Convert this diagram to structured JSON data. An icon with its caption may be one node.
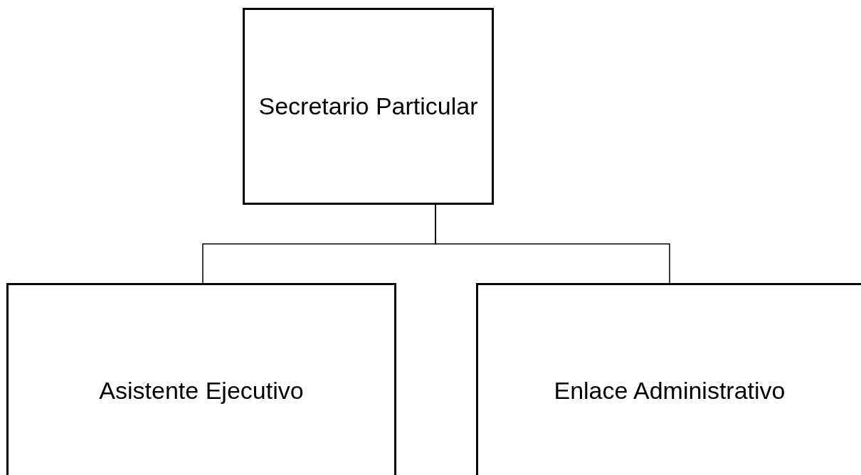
{
  "diagram": {
    "nodes": [
      {
        "text": [
          "Secretario Particular"
        ]
      },
      {
        "text": [
          "Asistente Ejecutivo"
        ]
      },
      {
        "text": [
          "Enlace Administrativo"
        ]
      }
    ],
    "edges": [
      {
        "from": 0,
        "to": 1,
        "arrow": "none"
      },
      {
        "from": 0,
        "to": 2,
        "arrow": "none"
      }
    ]
  }
}
